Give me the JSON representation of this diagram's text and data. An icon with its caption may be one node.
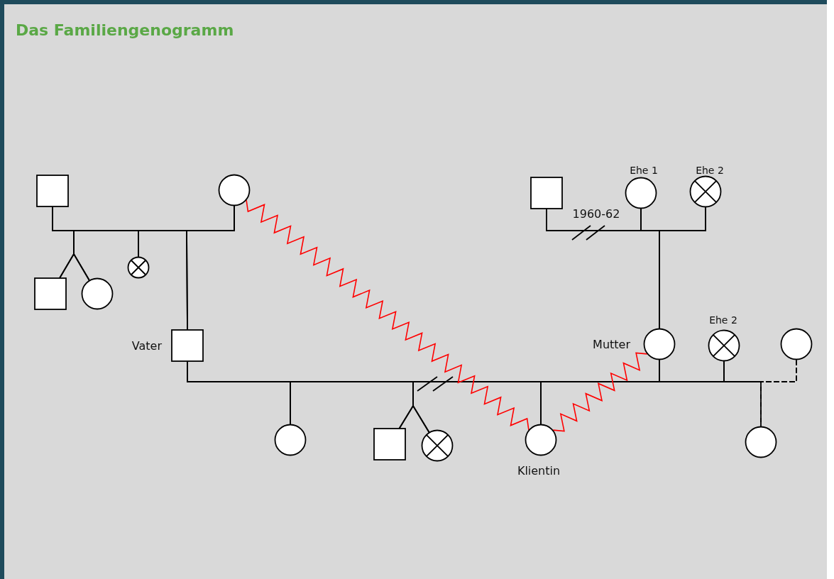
{
  "diagram": {
    "title": "Das Familiengenogramm",
    "nodes": [
      {
        "text": [],
        "shape": "box"
      },
      {
        "text": [],
        "shape": "circle"
      },
      {
        "text": [],
        "shape": "box"
      },
      {
        "text": [],
        "shape": "circle"
      },
      {
        "text": [],
        "shape": "crossed-circle"
      },
      {
        "text": [],
        "shape": "box",
        "beside": [
          "Vater"
        ]
      },
      {
        "text": [],
        "shape": "box"
      },
      {
        "text": [],
        "shape": "circle",
        "beside": [
          "Ehe 1"
        ]
      },
      {
        "text": [],
        "shape": "crossed-circle",
        "beside": [
          "Ehe 2"
        ]
      },
      {
        "text": [],
        "shape": "circle",
        "beside": [
          "Mutter"
        ]
      },
      {
        "text": [],
        "shape": "crossed-circle",
        "beside": [
          "Ehe 2"
        ]
      },
      {
        "text": [],
        "shape": "circle"
      },
      {
        "text": [],
        "shape": "circle"
      },
      {
        "text": [],
        "shape": "box"
      },
      {
        "text": [],
        "shape": "crossed-circle"
      },
      {
        "text": [],
        "shape": "circle",
        "beside": [
          "Klientin"
        ]
      },
      {
        "text": [],
        "shape": "circle"
      }
    ],
    "edges": [
      {
        "from": 0,
        "to": 1,
        "arrow": "none"
      },
      {
        "from": 0,
        "to": 2,
        "arrow": "none"
      },
      {
        "from": 1,
        "to": 2,
        "arrow": "none"
      },
      {
        "from": 0,
        "to": 3,
        "arrow": "none"
      },
      {
        "from": 1,
        "to": 3,
        "arrow": "none"
      },
      {
        "from": 0,
        "to": 4,
        "arrow": "none"
      },
      {
        "from": 1,
        "to": 4,
        "arrow": "none"
      },
      {
        "from": 0,
        "to": 5,
        "arrow": "none"
      },
      {
        "from": 1,
        "to": 5,
        "arrow": "none"
      },
      {
        "from": 6,
        "to": 7,
        "arrow": "none",
        "label": "1960-62"
      },
      {
        "from": 7,
        "to": 8,
        "arrow": "none"
      },
      {
        "from": 7,
        "to": 9,
        "arrow": "none"
      },
      {
        "from": 8,
        "to": 9,
        "arrow": "none"
      },
      {
        "from": 5,
        "to": 9,
        "arrow": "none"
      },
      {
        "from": 5,
        "to": 12,
        "arrow": "none"
      },
      {
        "from": 9,
        "to": 12,
        "arrow": "none"
      },
      {
        "from": 5,
        "to": 13,
        "arrow": "none"
      },
      {
        "from": 9,
        "to": 13,
        "arrow": "none"
      },
      {
        "from": 5,
        "to": 14,
        "arrow": "none"
      },
      {
        "from": 9,
        "to": 14,
        "arrow": "none"
      },
      {
        "from": 5,
        "to": 15,
        "arrow": "none"
      },
      {
        "from": 9,
        "to": 15,
        "arrow": "none"
      },
      {
        "from": 9,
        "to": 10,
        "arrow": "none"
      },
      {
        "from": 10,
        "to": 11,
        "arrow": "none",
        "style": "dashed"
      },
      {
        "from": 10,
        "to": 16,
        "arrow": "none"
      },
      {
        "from": 11,
        "to": 16,
        "arrow": "none",
        "style": "dashed"
      },
      {
        "from": 1,
        "to": 15,
        "arrow": "none",
        "color": "#ff0000"
      },
      {
        "from": 15,
        "to": 9,
        "arrow": "none",
        "color": "#ff0000"
      }
    ]
  }
}
